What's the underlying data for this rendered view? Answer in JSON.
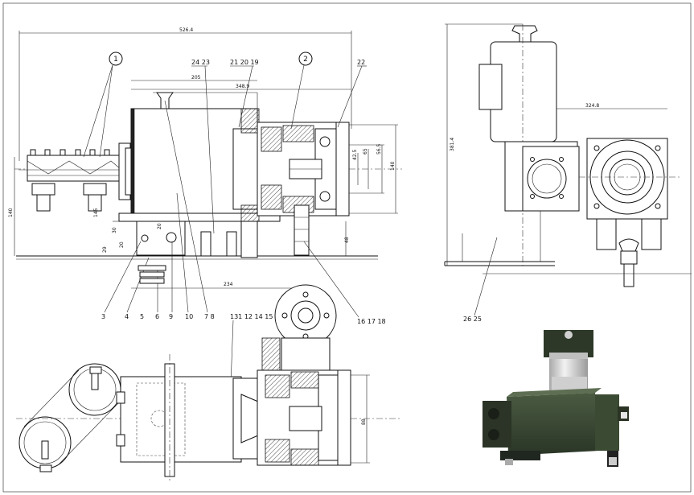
{
  "drawing": {
    "dimensions": {
      "overall_length": "526.4",
      "length_205": "205",
      "length_348": "348.9",
      "height_140_left": "140",
      "dim_145": "145",
      "dim_30": "30",
      "dim_20": "20",
      "dim_29": "29",
      "dim_20b": "20",
      "dim_48": "48",
      "dim_42": "42.5",
      "dim_65": "65",
      "dim_56": "56.5",
      "dim_140_right": "140",
      "dim_234": "234",
      "side_324": "324.8",
      "side_381": "381.4",
      "bottom_88": "88"
    },
    "balloons": {
      "b1": "1",
      "b2": "2"
    },
    "part_labels": {
      "p_24_23": "24 23",
      "p_21_20_19": "21 20 19",
      "p_22": "22",
      "p_3": "3",
      "p_4": "4",
      "p_5": "5",
      "p_6": "6",
      "p_9": "9",
      "p_10": "10",
      "p_7_8": "7  8",
      "p_13_11_12_14_15": "131 12 14 15",
      "p_16_17_18": "16 17 18",
      "p_26_25": "26 25"
    }
  },
  "colors": {
    "line": "#111111",
    "photo_body": "#3a4a33",
    "photo_motor": "#d9d9d9"
  }
}
